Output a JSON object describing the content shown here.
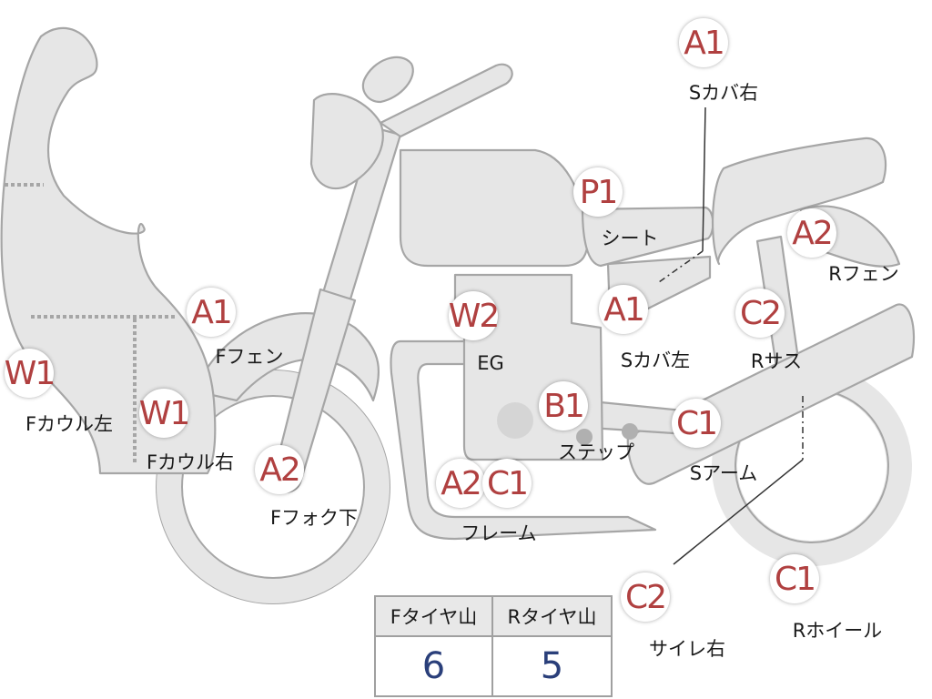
{
  "colors": {
    "part_fill": "#e6e6e6",
    "part_outline": "#a6a6a6",
    "badge_text": "#b04040",
    "value_text": "#2a3f7a"
  },
  "parts": [
    {
      "code": "A1",
      "name": "Sカバ右"
    },
    {
      "code": "P1",
      "name": "シート"
    },
    {
      "code": "A2",
      "name": "Rフェン"
    },
    {
      "code": "A1",
      "name": "Fフェン"
    },
    {
      "code": "W2",
      "name": "EG"
    },
    {
      "code": "A1",
      "name": "Sカバ左"
    },
    {
      "code": "C2",
      "name": "Rサス"
    },
    {
      "code": "W1",
      "name": "Fカウル左"
    },
    {
      "code": "W1",
      "name": "Fカウル右"
    },
    {
      "code": "B1",
      "name": "ステップ"
    },
    {
      "code": "C1",
      "name": "Sアーム"
    },
    {
      "code": "A2",
      "name": "Fフォク下"
    },
    {
      "code": "A2",
      "name": ""
    },
    {
      "code": "C1",
      "name": "フレーム"
    },
    {
      "code": "C2",
      "name": "サイレ右"
    },
    {
      "code": "C1",
      "name": "Rホイール"
    }
  ],
  "tire_table": {
    "headers": [
      "Fタイヤ山",
      "Rタイヤ山"
    ],
    "values": [
      "6",
      "5"
    ]
  }
}
